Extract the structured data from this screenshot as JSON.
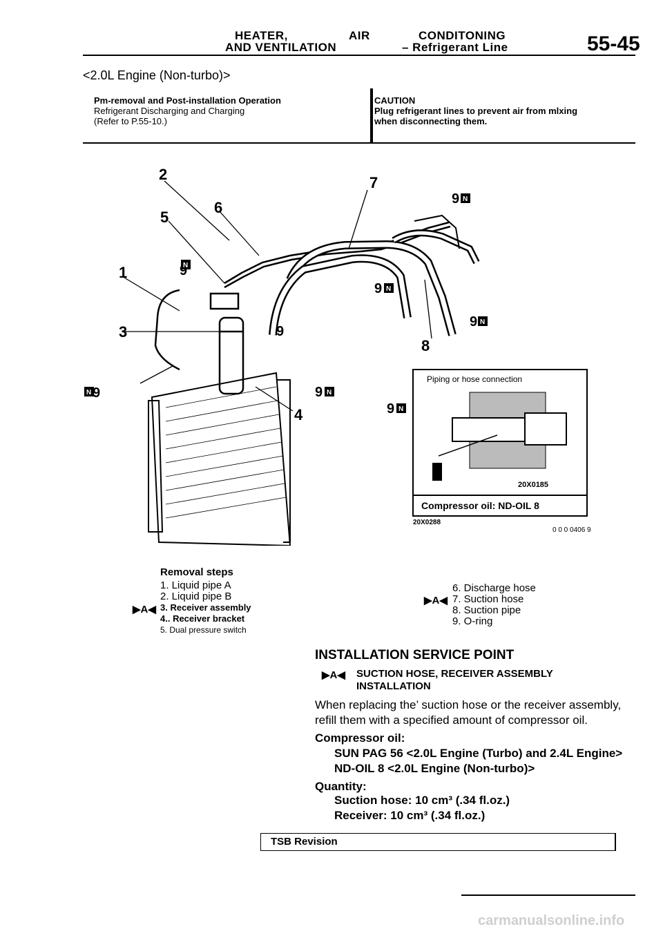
{
  "header": {
    "line1_a": "HEATER,",
    "line1_b": "AIR",
    "line1_c": "CONDITONING",
    "line2_a": "AND VENTILATION",
    "line2_b": "– Refrigerant Line",
    "page_number": "55-45"
  },
  "section_title": "<2.0L Engine (Non-turbo)>",
  "pre_removal": {
    "title": "Pm-removal and Post-installation Operation",
    "line1": "Refrigerant Discharging and Charging",
    "line2": "(Refer to P.55-10.)"
  },
  "caution": {
    "title": "CAUTION",
    "line1": "Plug refrigerant lines to prevent air from mlxing",
    "line2": "when disconnecting them."
  },
  "diagram": {
    "callouts": [
      "1",
      "2",
      "3",
      "4",
      "5",
      "6",
      "7",
      "8",
      "9",
      "9",
      "9",
      "9",
      "9",
      "9",
      "9",
      "9"
    ],
    "badge": "N",
    "inset_title": "Piping or hose connection",
    "inset_code": "20X0185",
    "oil_label": "Compressor oil: ND-OIL 8",
    "oil_code": "20X0288",
    "figure_code": "0 0 0 0406 9"
  },
  "removal": {
    "title": "Removal steps",
    "marker": "▶A◀",
    "left": [
      "1. Liquid pipe A",
      "2. Liquid pipe B",
      "3. Receiver assembly",
      "4.. Receiver bracket",
      "5. Dual pressure switch"
    ],
    "right": [
      "6. Discharge hose",
      "7. Suction hose",
      "8. Suction pipe",
      "9. O-ring"
    ]
  },
  "installation": {
    "heading": "INSTALLATION SERVICE POINT",
    "marker": "▶A◀",
    "sub_line1": "SUCTION HOSE, RECEIVER ASSEMBLY",
    "sub_line2": "INSTALLATION",
    "para_line1": "When replacing the’ suction hose or the receiver assembly,",
    "para_line2": "refill them with a specified amount of compressor oil.",
    "oil_title": "Compressor oil:",
    "oil_line1": "SUN PAG 56 <2.0L Engine (Turbo) and 2.4L Engine>",
    "oil_line2": "ND-OIL 8 <2.0L Engine (Non-turbo)>",
    "qty_title": "Quantity:",
    "qty_line1": "Suction hose: 10 cm³ (.34 fl.oz.)",
    "qty_line2": "Receiver: 10 cm³ (.34 fl.oz.)"
  },
  "footer": {
    "tsb": "TSB Revision",
    "watermark": "carmanualsonline.info"
  }
}
